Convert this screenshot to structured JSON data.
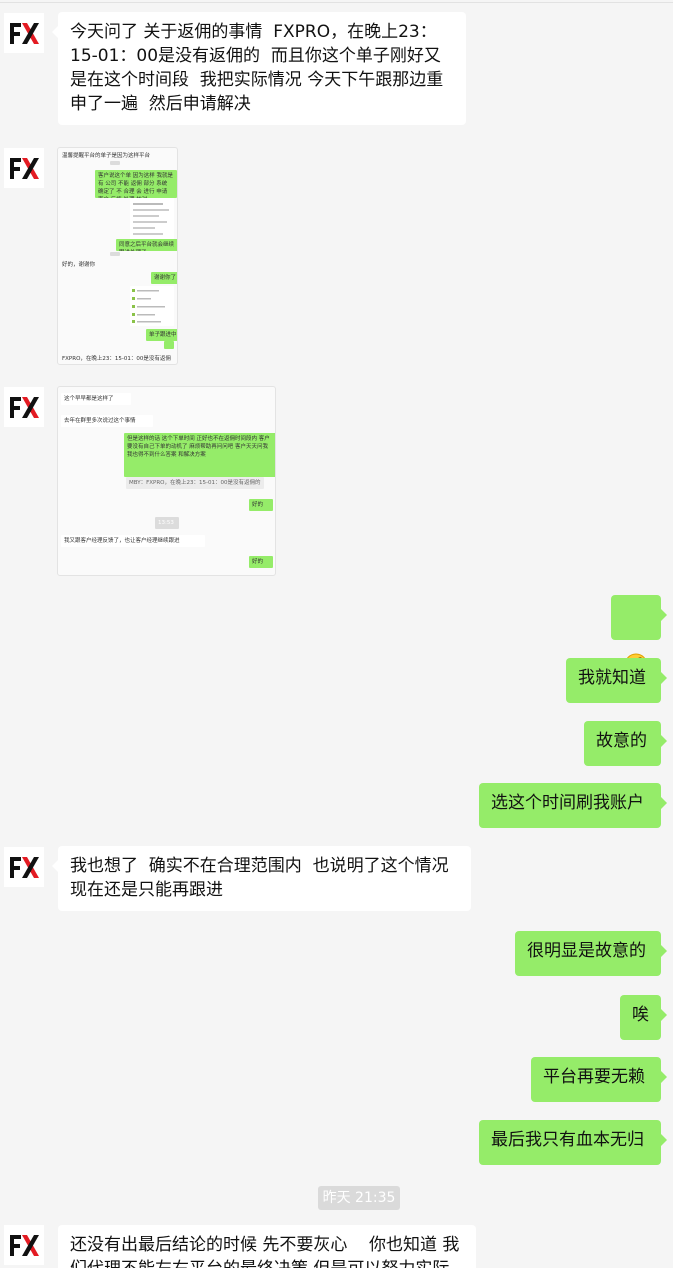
{
  "chat": {
    "msg1": "今天问了 关于返佣的事情  FXPRO，在晚上23：\n15-01：00是没有返佣的  而且你这个单子刚好又\n是在这个时间段  我把实际情况 今天下午跟那边重\n申了一遍  然后申请解决",
    "shot1": {
      "items": [
        "温馨提醒平台的单子是因为这样平台",
        "客户说这个单 因为这样 我就是有 公司 不能 返佣 部分 系统 确定了 不 合理 会 进行 申请 客户 反馈 处理 核对",
        "同意之后平台就会继续跟进处理了",
        "好的，谢谢你",
        "谢谢你了",
        "单子跟进中",
        "FXPRO，在晚上23：15-01：00是没有返佣"
      ]
    },
    "shot2": {
      "items": [
        "这个早早都是这样了",
        "去年在群里多次说过这个事情",
        "但是这样的话 这个下单时间 正好也不在返佣时间段内 客户要没有自己下单的动机了 麻烦帮助再问问吧 客户天天问我 我也得不到什么答案 和解决方案",
        "MBY：FXPRO，在晚上23：15-01：00是没有返佣的",
        "好的",
        "13:53",
        "我又跟客户经理反馈了，也让客户经理继续跟进",
        "好的"
      ]
    },
    "emoji_face": "🤣",
    "msg_r1": "我就知道",
    "msg_r2": "故意的",
    "msg_r3": "选这个时间刷我账户",
    "msg_l2": "我也想了  确实不在合理范围内  也说明了这个情况\n现在还是只能再跟进",
    "msg_r4": "很明显是故意的",
    "msg_r5": "唉",
    "msg_r6": "平台再要无赖",
    "msg_r7": "最后我只有血本无归",
    "timestamp": "昨天 21:35",
    "msg_l3": "还没有出最后结论的时候 先不要灰心    你也知道 我\n们代理不能左右平台的最终决策 但是可以努力实际"
  },
  "colors": {
    "background": "#f5f5f5",
    "incoming_bubble": "#ffffff",
    "outgoing_bubble": "#95ec69",
    "logo_red": "#e31b23",
    "logo_black": "#111111"
  },
  "icons": {
    "avatar": "fxpro-logo-avatar",
    "emoji": "rolling-laughing-emoji"
  }
}
